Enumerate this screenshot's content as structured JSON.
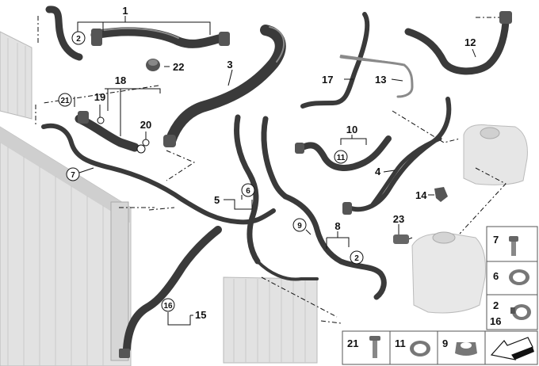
{
  "callouts": {
    "c1": "1",
    "c2a": "2",
    "c22": "22",
    "c3": "3",
    "c17": "17",
    "c13": "13",
    "c12": "12",
    "c18": "18",
    "c21": "21",
    "c19": "19",
    "c20": "20",
    "c7": "7",
    "c10": "10",
    "c11": "11",
    "c4": "4",
    "c14": "14",
    "c5": "5",
    "c6": "6",
    "c9": "9",
    "c8": "8",
    "c2b": "2",
    "c23": "23",
    "c16": "16",
    "c15": "15"
  },
  "legend": {
    "r1": "7",
    "r2": "6",
    "r3a": "2",
    "r3b": "16",
    "b1": "21",
    "b2": "11",
    "b3": "9"
  }
}
